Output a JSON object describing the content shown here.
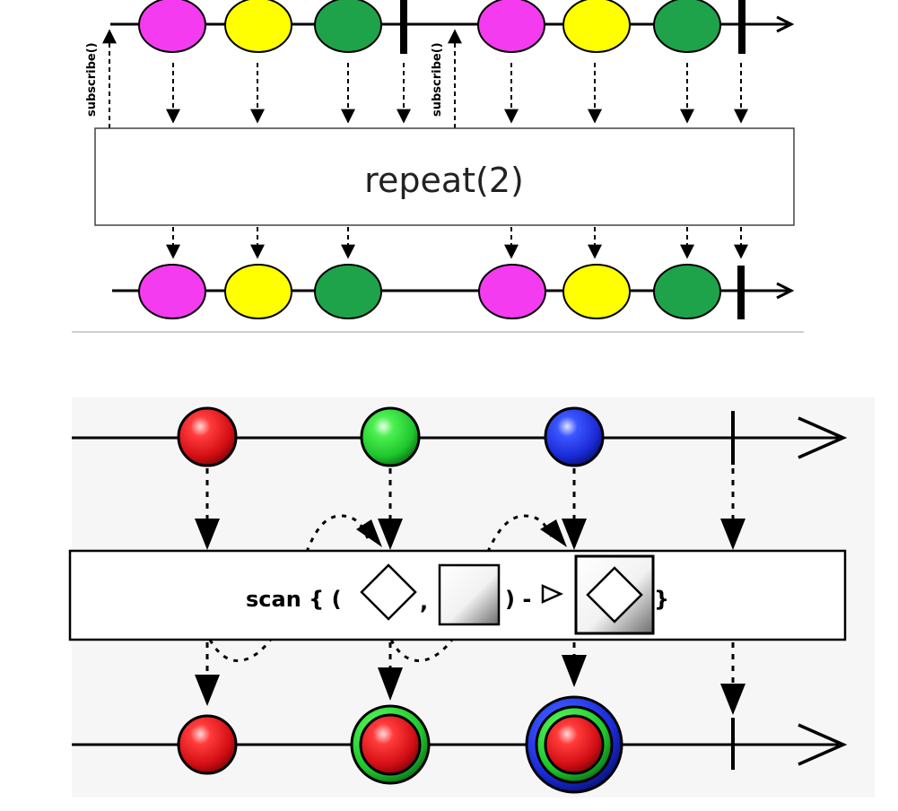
{
  "repeat_diagram": {
    "operator_label": "repeat(2)",
    "subscribe_label_1": "subscribe()",
    "subscribe_label_2": "subscribe()",
    "colors": {
      "magenta": "#f53bf0",
      "yellow": "#ffff00",
      "green": "#1ea34b",
      "resubscribe_arrow": "#d82020"
    },
    "source_items": [
      "magenta",
      "yellow",
      "green",
      "complete",
      "magenta",
      "yellow",
      "green",
      "complete"
    ],
    "result_items": [
      "magenta",
      "yellow",
      "green",
      "magenta",
      "yellow",
      "green",
      "complete"
    ]
  },
  "scan_diagram": {
    "operator_label_prefix": "scan { (",
    "operator_label_comma": ",",
    "operator_label_arrow": ") -",
    "operator_label_suffix": "}",
    "colors": {
      "red": "#e8141e",
      "green": "#2edc3c",
      "blue": "#2234e0",
      "panel_background": "#f6f6f6"
    },
    "source_items": [
      "red",
      "green",
      "blue",
      "complete"
    ],
    "result_items": [
      "red",
      "red+green",
      "red+green+blue",
      "complete"
    ]
  }
}
